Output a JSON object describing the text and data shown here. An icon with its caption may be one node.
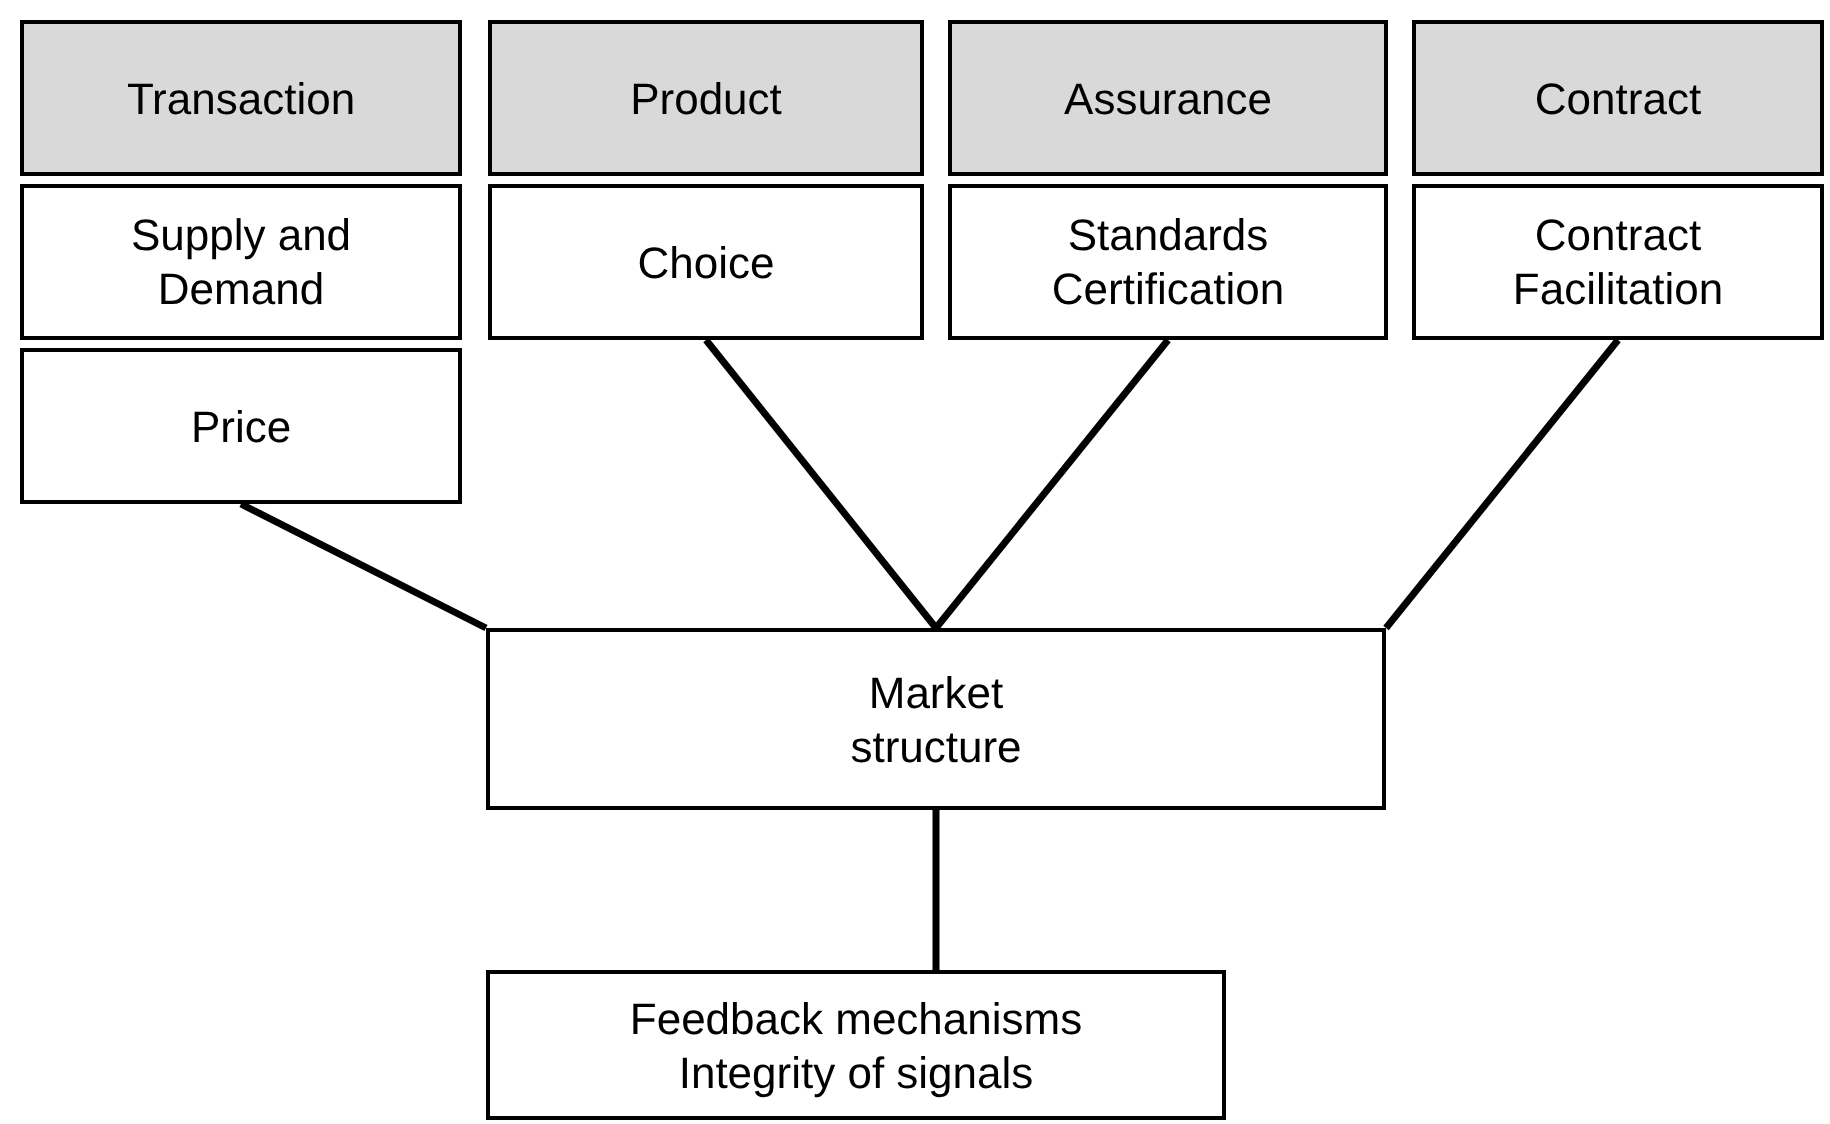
{
  "diagram": {
    "nodes": [
      {
        "text": [
          "Transaction"
        ]
      },
      {
        "text": [
          "Product"
        ]
      },
      {
        "text": [
          "Assurance"
        ]
      },
      {
        "text": [
          "Contract"
        ]
      },
      {
        "text": [
          "Supply and Demand"
        ]
      },
      {
        "text": [
          "Choice"
        ]
      },
      {
        "text": [
          "Standards Certification"
        ]
      },
      {
        "text": [
          "Contract Facilitation"
        ]
      },
      {
        "text": [
          "Price"
        ]
      },
      {
        "text": [
          "Market structure"
        ]
      },
      {
        "text": [
          "Feedback mechanisms",
          "Integrity of signals"
        ]
      }
    ],
    "edges": [
      {
        "from": 8,
        "to": 9,
        "arrow": "none"
      },
      {
        "from": 5,
        "to": 9,
        "arrow": "none"
      },
      {
        "from": 6,
        "to": 9,
        "arrow": "none"
      },
      {
        "from": 7,
        "to": 9,
        "arrow": "none"
      },
      {
        "from": 9,
        "to": 10,
        "arrow": "none"
      }
    ]
  }
}
